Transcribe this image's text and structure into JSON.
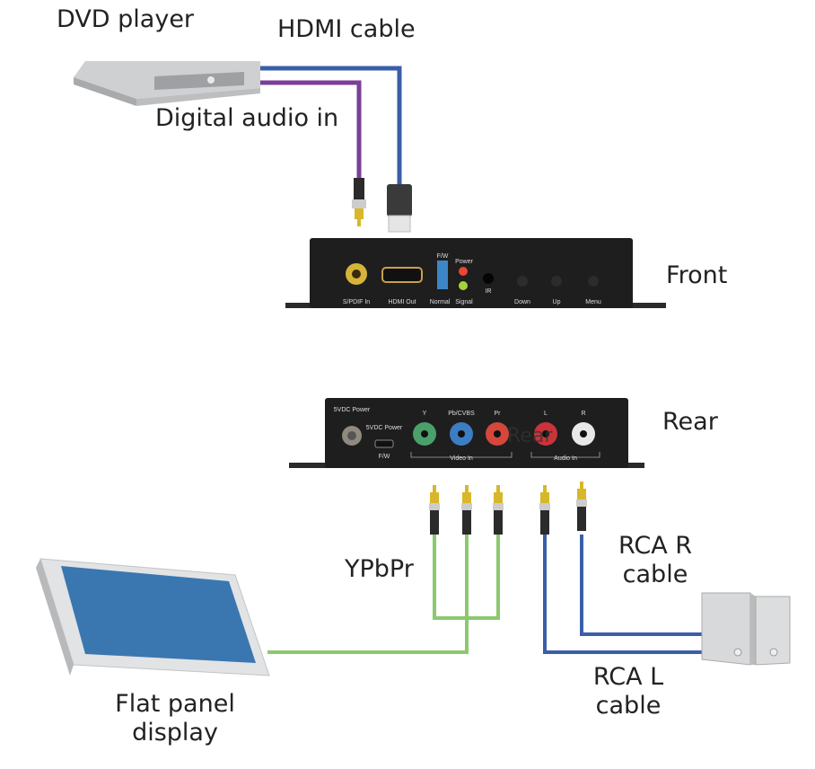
{
  "labels": {
    "dvd_player": "DVD player",
    "hdmi_cable": "HDMI cable",
    "digital_audio_in": "Digital audio in",
    "front": "Front",
    "rear": "Rear",
    "ypbpr": "YPbPr",
    "rca_r_cable": [
      "RCA R",
      "cable"
    ],
    "rca_l_cable": [
      "RCA L",
      "cable"
    ],
    "flat_panel_display": [
      "Flat panel",
      "display"
    ]
  },
  "front_panel": {
    "spdif_in": "S/PDIF In",
    "hdmi_out": "HDMI Out",
    "fw": "F/W",
    "normal": "Normal",
    "power": "Power",
    "signal": "Signal",
    "ir": "IR",
    "down": "Down",
    "up": "Up",
    "menu": "Menu"
  },
  "rear_panel": {
    "power_5vdc": "5VDC Power",
    "power_5vdc_fw": "5VDC Power",
    "fw": "F/W",
    "y": "Y",
    "pb_cvbs": "Pb/CVBS",
    "pr": "Pr",
    "l": "L",
    "r": "R",
    "video_in": "Video In",
    "audio_in": "Audio In",
    "overlay_text": "Rear"
  },
  "colors": {
    "hdmi_cable": "#3a5fa8",
    "digital_audio_cable": "#7b3f98",
    "component_cable": "#8cc96e",
    "rca_cable": "#3a5fa8",
    "device_body": "#1e1e1e",
    "screen": "#3a77b0"
  }
}
